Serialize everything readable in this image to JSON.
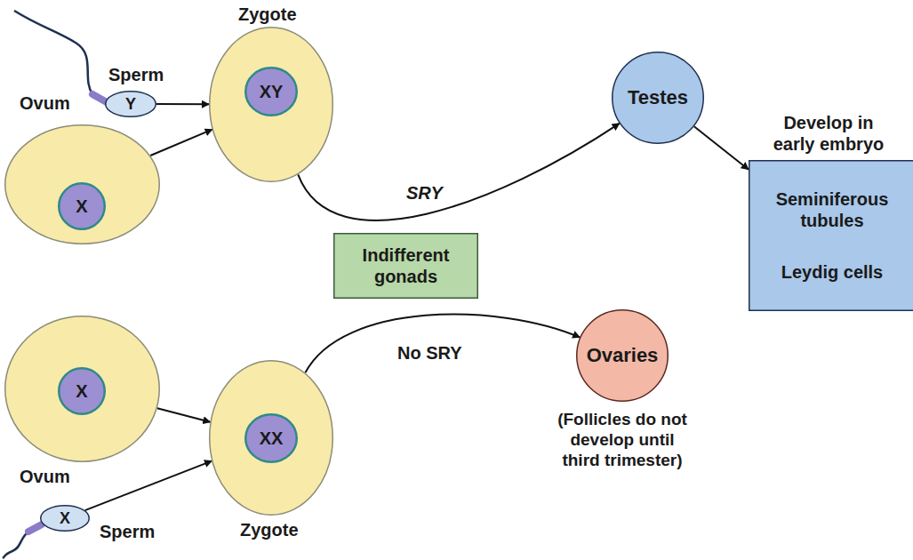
{
  "diagram": {
    "nodes": [
      {
        "text": [
          "Sperm",
          "Y"
        ]
      },
      {
        "text": [
          "Ovum"
        ]
      },
      {
        "text": [
          "X"
        ],
        "in": 1
      },
      {
        "text": [
          "Zygote"
        ]
      },
      {
        "text": [
          "XY"
        ],
        "in": 3
      },
      {
        "text": [
          "Testes"
        ]
      },
      {
        "text": [
          "Develop in early embryo",
          "Seminiferous tubules",
          "Leydig cells"
        ]
      },
      {
        "text": [
          "Indifferent gonads"
        ]
      },
      {
        "text": [
          "Ovum"
        ]
      },
      {
        "text": [
          "X"
        ],
        "in": 8
      },
      {
        "text": [
          "Zygote"
        ]
      },
      {
        "text": [
          "XX"
        ],
        "in": 10
      },
      {
        "text": [
          "Ovaries",
          "(Follicles do not develop until third trimester)"
        ]
      },
      {
        "text": [
          "Sperm",
          "X"
        ]
      }
    ],
    "edges": [
      {
        "from": 0,
        "to": 3,
        "arrow": "to"
      },
      {
        "from": 1,
        "to": 3,
        "arrow": "to"
      },
      {
        "from": 3,
        "to": 5,
        "arrow": "to",
        "label": "SRY"
      },
      {
        "from": 5,
        "to": 6,
        "arrow": "to"
      },
      {
        "from": 8,
        "to": 10,
        "arrow": "to"
      },
      {
        "from": 13,
        "to": 10,
        "arrow": "to"
      },
      {
        "from": 10,
        "to": 12,
        "arrow": "to",
        "label": "No SRY"
      }
    ]
  }
}
